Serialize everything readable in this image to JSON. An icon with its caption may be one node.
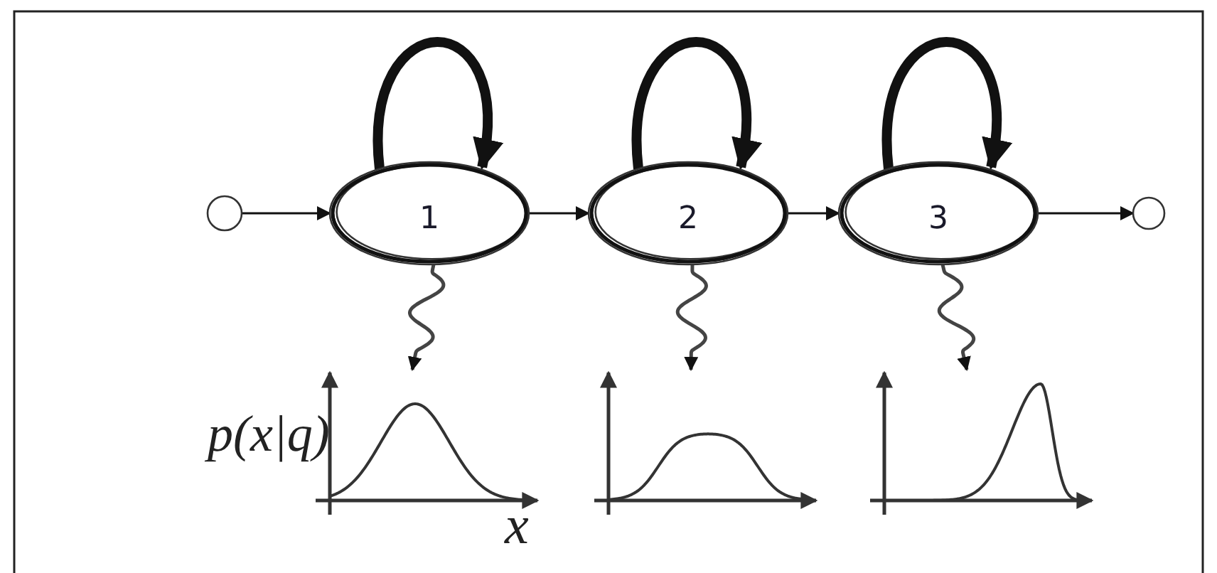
{
  "diagram": {
    "nodes": [
      {
        "text": [],
        "shape": "circle"
      },
      {
        "text": [
          "1"
        ]
      },
      {
        "text": [
          "2"
        ]
      },
      {
        "text": [
          "3"
        ]
      },
      {
        "text": [],
        "shape": "circle"
      },
      {
        "text": [],
        "shape": "picture"
      },
      {
        "text": [],
        "shape": "picture"
      },
      {
        "text": [],
        "shape": "picture"
      }
    ],
    "edges": [
      {
        "from": 0,
        "to": 1,
        "arrow": "to"
      },
      {
        "from": 1,
        "to": 1,
        "arrow": "to",
        "style": "thick"
      },
      {
        "from": 1,
        "to": 2,
        "arrow": "to"
      },
      {
        "from": 2,
        "to": 2,
        "arrow": "to",
        "style": "thick"
      },
      {
        "from": 2,
        "to": 3,
        "arrow": "to"
      },
      {
        "from": 3,
        "to": 3,
        "arrow": "to",
        "style": "thick"
      },
      {
        "from": 3,
        "to": 4,
        "arrow": "to"
      },
      {
        "from": 1,
        "to": 5,
        "arrow": "to"
      },
      {
        "from": 2,
        "to": 6,
        "arrow": "to"
      },
      {
        "from": 3,
        "to": 7,
        "arrow": "to"
      }
    ],
    "labels": [
      "p(x|q)",
      "x"
    ]
  }
}
